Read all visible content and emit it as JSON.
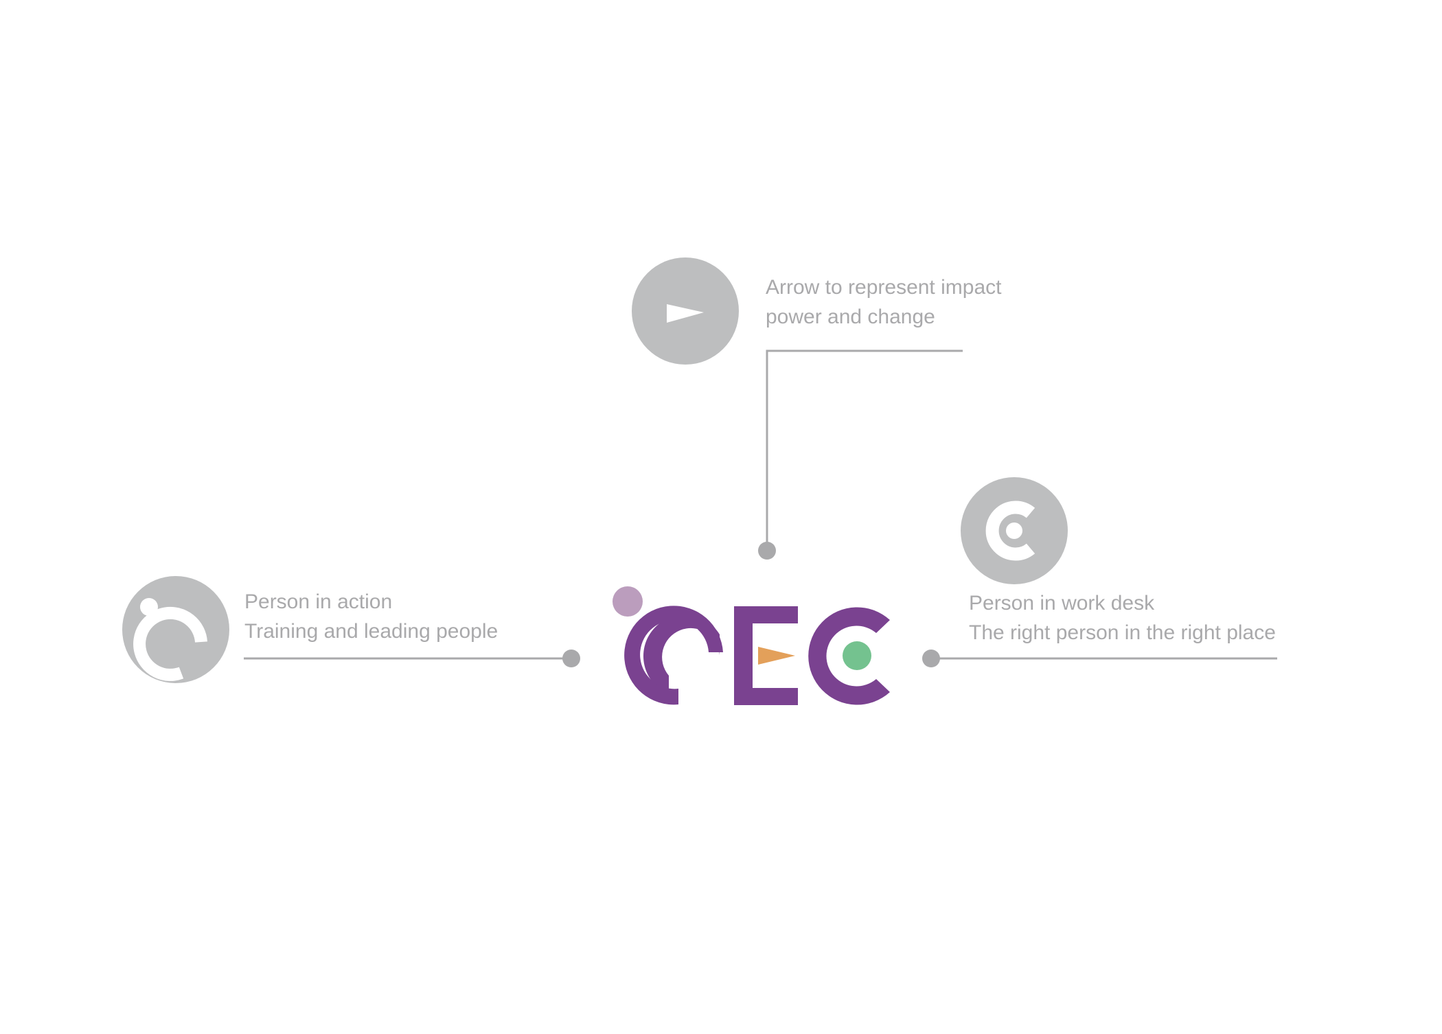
{
  "annotations": {
    "arrow": {
      "title": "Arrow to represent impact",
      "description": "power and change"
    },
    "person_in_action": {
      "title": "Person in action",
      "description": "Training and leading people"
    },
    "person_in_work_desk": {
      "title": "Person in work desk",
      "description": "The right person in the right place"
    }
  },
  "colors": {
    "logo_purple": "#7a4290",
    "logo_purple_light": "#bb9dbd",
    "logo_orange": "#e3a05a",
    "logo_green": "#74c28f",
    "icon_gray": "#bdbebf",
    "line_gray": "#a9a9ab",
    "text_gray": "#a9a9ab"
  },
  "icons": {
    "arrow": "arrow-icon",
    "person_in_action": "person-in-action-icon",
    "person_in_work_desk": "person-in-work-desk-icon"
  }
}
